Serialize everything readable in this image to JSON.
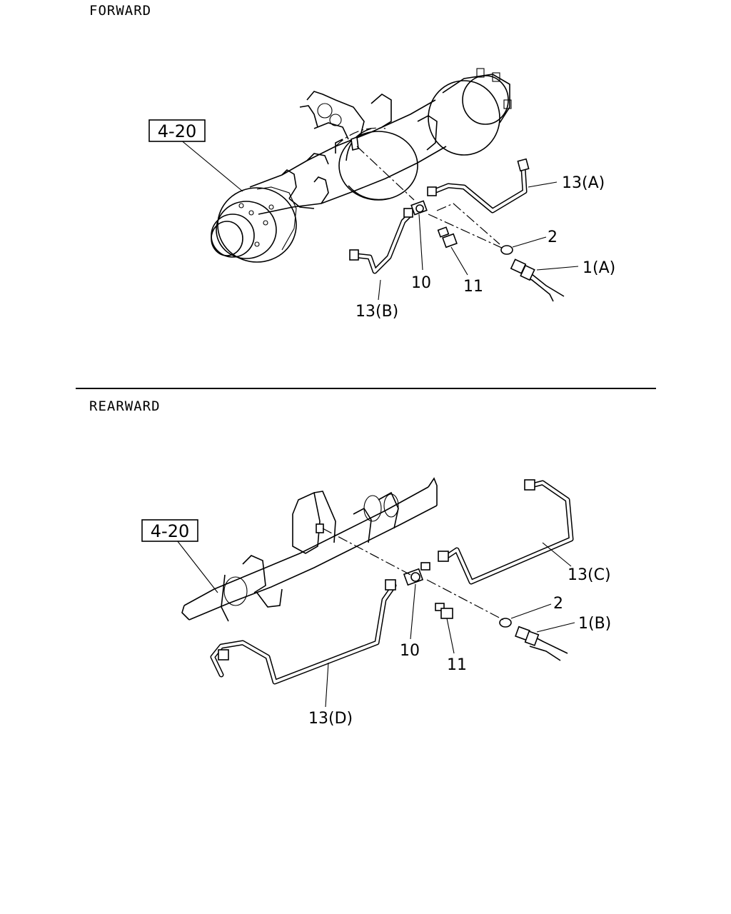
{
  "sections": {
    "forward": {
      "title": "FORWARD",
      "box_label": "4-20",
      "labels": {
        "p13a": "13(A)",
        "p2": "2",
        "p1a": "1(A)",
        "p10": "10",
        "p11": "11",
        "p13b": "13(B)"
      }
    },
    "rearward": {
      "title": "REARWARD",
      "box_label": "4-20",
      "labels": {
        "p13c": "13(C)",
        "p2": "2",
        "p1b": "1(B)",
        "p10": "10",
        "p11": "11",
        "p13d": "13(D)"
      }
    }
  }
}
